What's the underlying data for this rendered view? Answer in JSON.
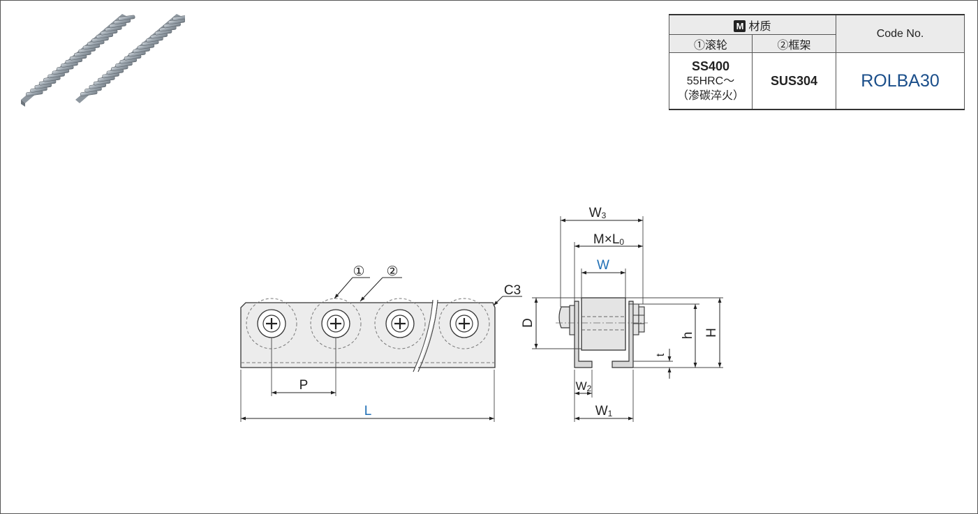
{
  "table": {
    "material_badge": "M",
    "material_header": "材质",
    "col_roller": "①滚轮",
    "col_frame": "②框架",
    "code_header": "Code No.",
    "roller_material": "SS400",
    "roller_hardness": "55HRC～",
    "roller_treatment": "（渗碳淬火）",
    "frame_material": "SUS304",
    "code_value": "ROLBA30"
  },
  "drawing": {
    "callout_1": "①",
    "callout_2": "②",
    "chamfer": "C3",
    "pitch": "P",
    "length": "L",
    "w3_main": "W",
    "w3_sub": "3",
    "m_l0_main": "M×L",
    "m_l0_sub": "0",
    "w": "W",
    "d": "D",
    "h_small": "h",
    "h_big": "H",
    "t": "t",
    "w2_main": "W",
    "w2_sub": "2",
    "w1_main": "W",
    "w1_sub": "1"
  },
  "colors": {
    "blue_label": "#1f6fb5",
    "code_blue": "#1a4e8a"
  },
  "icons": {
    "product_image": "roller-conveyor-photo"
  }
}
